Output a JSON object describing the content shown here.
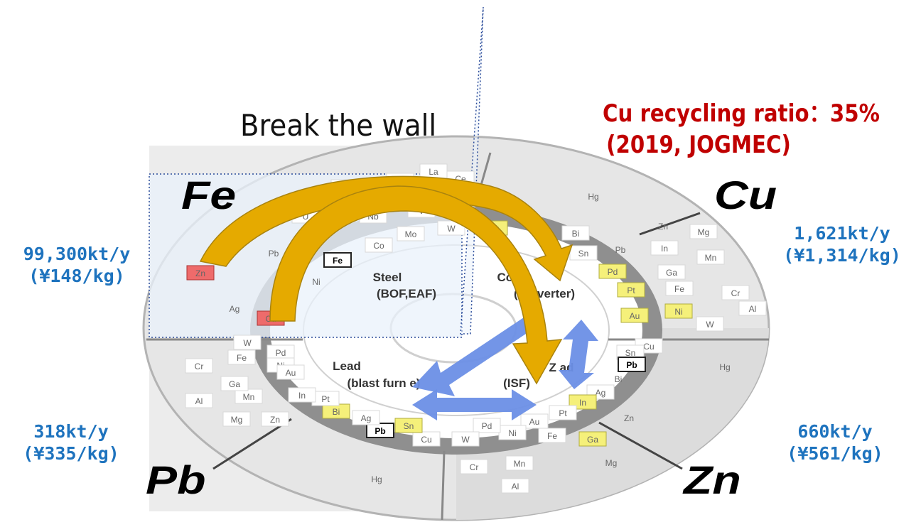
{
  "headline": "Break the wall",
  "cu_info": {
    "line1": "Cu recycling ratio：35%",
    "line2": "(2019, JOGMEC)"
  },
  "sectors": {
    "fe": {
      "symbol": "Fe",
      "amount": "99,300kt/y",
      "price": "(¥148/kg)"
    },
    "cu": {
      "symbol": "Cu",
      "amount": "1,621kt/y",
      "price": "(¥1,314/kg)"
    },
    "pb": {
      "symbol": "Pb",
      "amount": "318kt/y",
      "price": "(¥335/kg)"
    },
    "zn": {
      "symbol": "Zn",
      "amount": "660kt/y",
      "price": "(¥561/kg)"
    }
  },
  "processes": {
    "steel": [
      "Steel",
      "(BOF,EAF)"
    ],
    "copper": [
      "Cop",
      "(Co     verter)"
    ],
    "lead": [
      "Lead",
      "(blast furn     e)"
    ],
    "zinc": [
      "Z        ad",
      "(ISF)"
    ]
  },
  "colors": {
    "highlight_yellow": "#f5f07a",
    "highlight_red": "#ee6b6b",
    "arrow_gold": "#e5aa00",
    "arrow_blue": "#6b8fe6",
    "label_blue": "#1e73be",
    "ratio_red": "#c00000"
  }
}
